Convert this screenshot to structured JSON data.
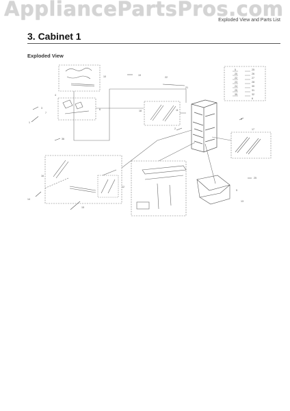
{
  "watermark": "AppliancePartsPros.com",
  "header": {
    "right_label": "Exploded View and Parts List"
  },
  "section": {
    "title": "3.  Cabinet 1",
    "subtitle": "Exploded View"
  },
  "callouts": {
    "c1": "1",
    "c2": "2",
    "c3": "3",
    "c4": "4",
    "c5": "5",
    "c6": "6",
    "c7": "7",
    "c9": "9",
    "c10": "10",
    "c11": "11",
    "c12": "12",
    "c13": "13",
    "c14": "14",
    "c15": "15",
    "c16": "16",
    "c17": "17",
    "c18": "18",
    "c19": "19",
    "c21": "21",
    "c22": "22",
    "c25": "25",
    "c36": "36"
  },
  "list_box": {
    "left": [
      "5",
      "20",
      "22",
      "23",
      "24",
      "25",
      "35"
    ],
    "right": [
      "25",
      "26",
      "27",
      "28",
      "30",
      "31",
      "32",
      "6"
    ]
  }
}
